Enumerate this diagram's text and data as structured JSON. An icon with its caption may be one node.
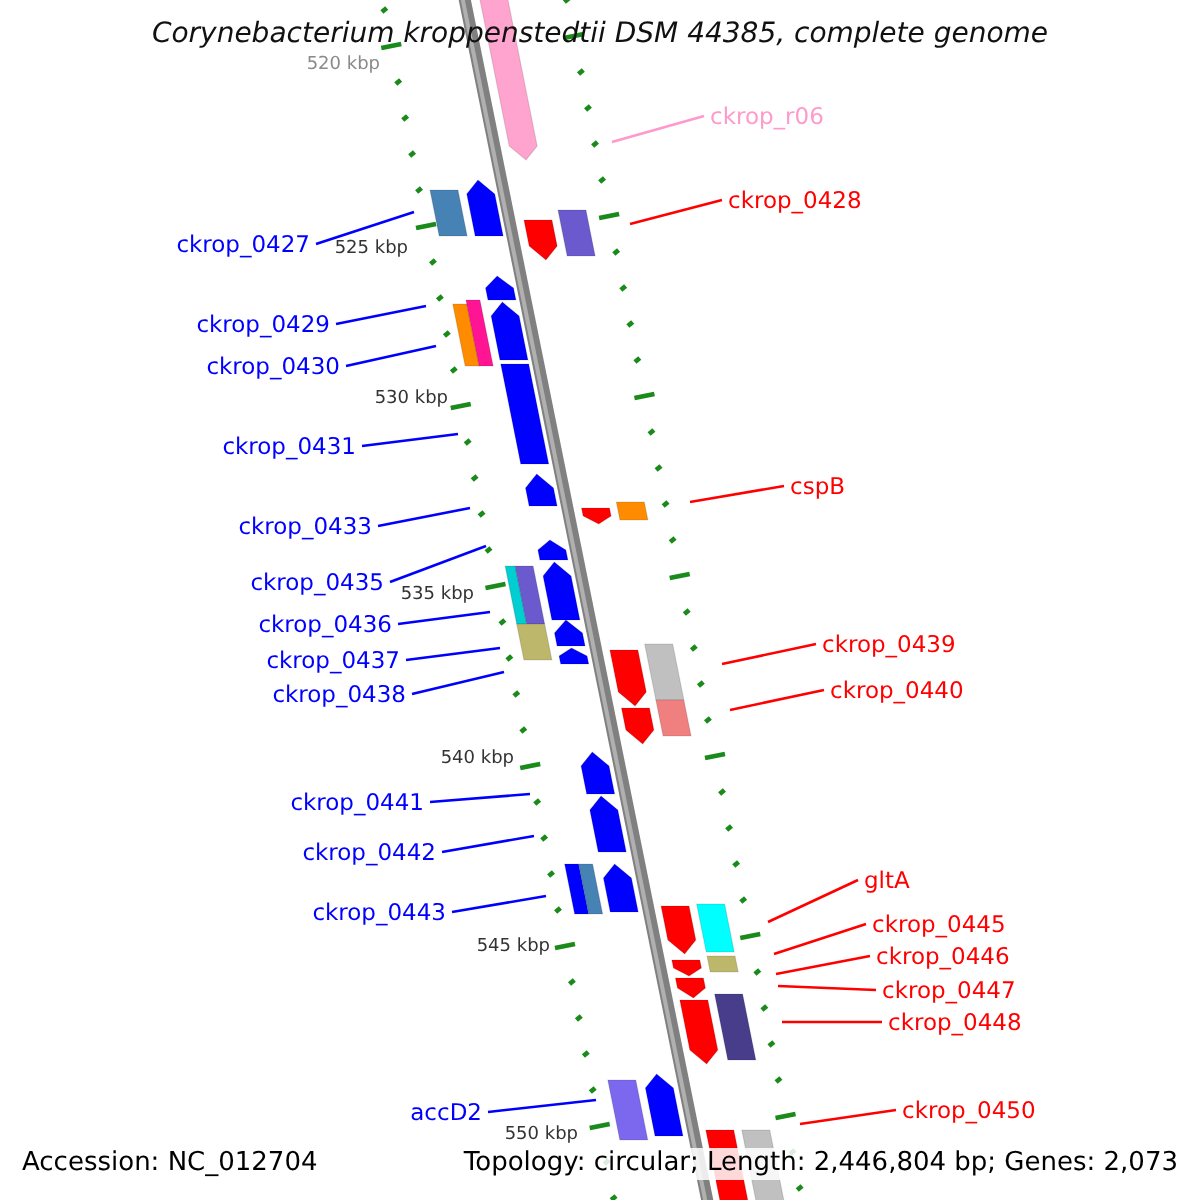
{
  "diagram": {
    "title": "Corynebacterium kroppenstedtii DSM 44385, complete genome",
    "nodes": [
      {
        "text": [
          "ckrop_r06"
        ]
      },
      {
        "text": [
          "ckrop_0427"
        ]
      },
      {
        "text": [
          "ckrop_0428"
        ]
      },
      {
        "text": [
          "ckrop_0429"
        ]
      },
      {
        "text": [
          "ckrop_0430"
        ]
      },
      {
        "text": [
          "ckrop_0431"
        ]
      },
      {
        "text": [
          "ckrop_0433"
        ]
      },
      {
        "text": [
          "cspB"
        ]
      },
      {
        "text": [
          "ckrop_0435"
        ]
      },
      {
        "text": [
          "ckrop_0436"
        ]
      },
      {
        "text": [
          "ckrop_0439"
        ]
      },
      {
        "text": [
          "ckrop_0437"
        ]
      },
      {
        "text": [
          "ckrop_0438"
        ]
      },
      {
        "text": [
          "ckrop_0440"
        ]
      },
      {
        "text": [
          "ckrop_0441"
        ]
      },
      {
        "text": [
          "ckrop_0442"
        ]
      },
      {
        "text": [
          "gltA"
        ]
      },
      {
        "text": [
          "ckrop_0443"
        ]
      },
      {
        "text": [
          "ckrop_0445"
        ]
      },
      {
        "text": [
          "ckrop_0446"
        ]
      },
      {
        "text": [
          "ckrop_0447"
        ]
      },
      {
        "text": [
          "ckrop_0448"
        ]
      },
      {
        "text": [
          "accD2"
        ]
      },
      {
        "text": [
          "ckrop_0450"
        ]
      }
    ],
    "edges": [
      {
        "from": 0,
        "to": null,
        "arrow": "none",
        "color": "#ff99cc"
      },
      {
        "from": 1,
        "to": null,
        "arrow": "none"
      },
      {
        "from": 2,
        "to": null,
        "arrow": "none",
        "color": "#ff0000"
      },
      {
        "from": 3,
        "to": null,
        "arrow": "none"
      },
      {
        "from": 4,
        "to": null,
        "arrow": "none"
      },
      {
        "from": 5,
        "to": null,
        "arrow": "none"
      },
      {
        "from": 6,
        "to": null,
        "arrow": "none"
      },
      {
        "from": 7,
        "to": null,
        "arrow": "none",
        "color": "#ff0000"
      },
      {
        "from": 8,
        "to": null,
        "arrow": "none"
      },
      {
        "from": 9,
        "to": null,
        "arrow": "none"
      },
      {
        "from": 10,
        "to": null,
        "arrow": "none",
        "color": "#ff0000"
      },
      {
        "from": 11,
        "to": null,
        "arrow": "none"
      },
      {
        "from": 12,
        "to": null,
        "arrow": "none"
      },
      {
        "from": 13,
        "to": null,
        "arrow": "none",
        "color": "#ff0000"
      },
      {
        "from": 14,
        "to": null,
        "arrow": "none"
      },
      {
        "from": 15,
        "to": null,
        "arrow": "none"
      },
      {
        "from": 16,
        "to": null,
        "arrow": "none",
        "color": "#ff0000"
      },
      {
        "from": 17,
        "to": null,
        "arrow": "none"
      },
      {
        "from": 18,
        "to": null,
        "arrow": "none",
        "color": "#ff0000"
      },
      {
        "from": 19,
        "to": null,
        "arrow": "none",
        "color": "#ff0000"
      },
      {
        "from": 20,
        "to": null,
        "arrow": "none",
        "color": "#ff0000"
      },
      {
        "from": 21,
        "to": null,
        "arrow": "none",
        "color": "#ff0000"
      },
      {
        "from": 22,
        "to": null,
        "arrow": "none"
      },
      {
        "from": 23,
        "to": null,
        "arrow": "none",
        "color": "#ff0000"
      }
    ],
    "labels": [
      "520 kbp",
      "525 kbp",
      "530 kbp",
      "535 kbp",
      "540 kbp",
      "545 kbp",
      "550 kbp",
      "Accession: NC_012704",
      "Topology: circular; Length: 2,446,804 bp; Genes: 2,073"
    ]
  }
}
